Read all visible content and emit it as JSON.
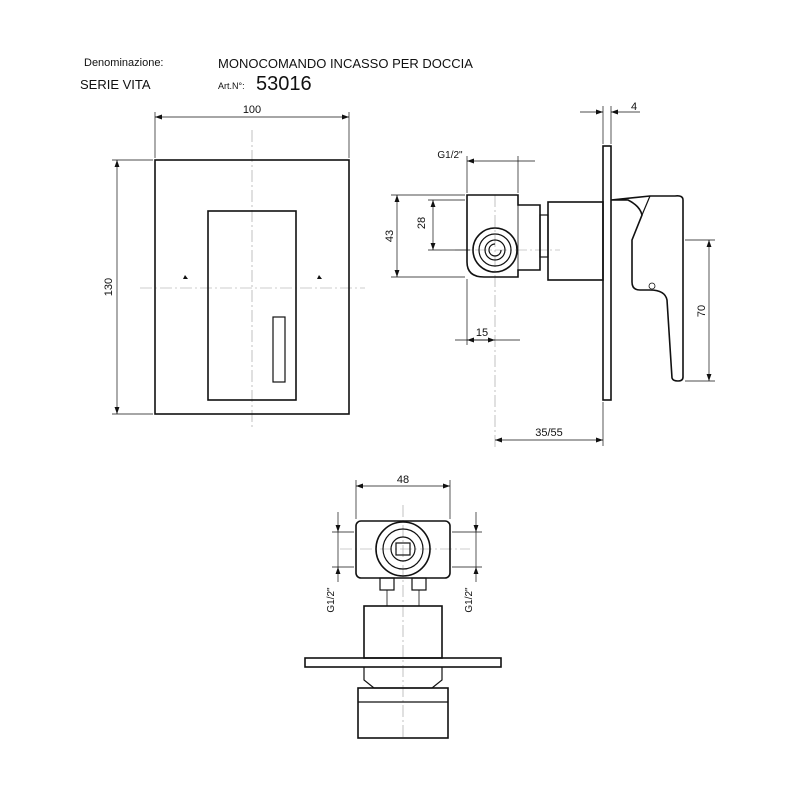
{
  "header": {
    "denomination_label": "Denominazione:",
    "series": "SERIE VITA",
    "product_name": "MONOCOMANDO INCASSO PER DOCCIA",
    "article_label": "Art.N°:",
    "article_number": "53016"
  },
  "dimensions": {
    "front_width": "100",
    "front_height": "130",
    "plate_thickness": "4",
    "inlet_thread": "G1/2\"",
    "body_height": "43",
    "body_inner": "28",
    "body_offset": "15",
    "lever_height": "70",
    "projection": "35/55",
    "body_width": "48",
    "left_thread": "G1/2\"",
    "right_thread": "G1/2\""
  }
}
